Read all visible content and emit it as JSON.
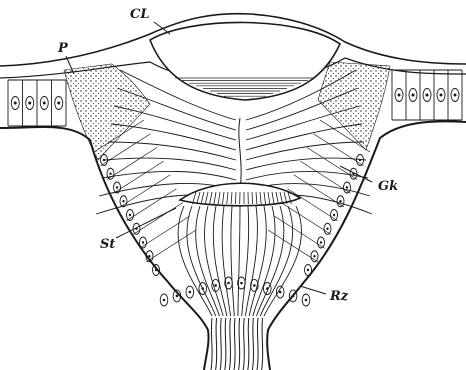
{
  "figure": {
    "labels": {
      "cl": "CL",
      "p": "P",
      "gk": "Gk",
      "st": "St",
      "rz": "Rz"
    }
  },
  "colors": {
    "ink": "#1a1a1a",
    "paper": "#ffffff"
  }
}
